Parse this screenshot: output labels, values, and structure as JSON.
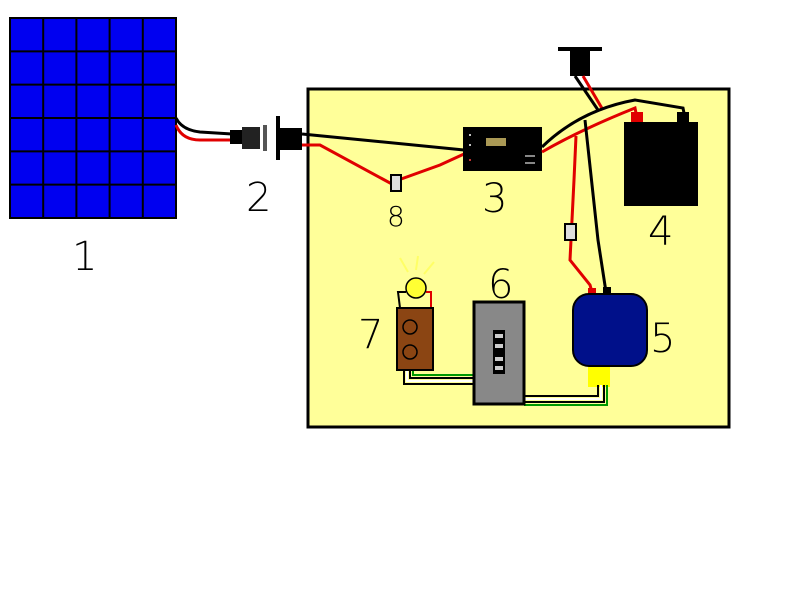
{
  "labels": {
    "solar_panel": "1",
    "connector": "2",
    "charge_controller": "3",
    "battery": "4",
    "inverter": "5",
    "breaker_panel": "6",
    "outlet_and_lamp": "7",
    "fuse": "8"
  },
  "colors": {
    "board": "#FFFF99",
    "panel": "#0000F0",
    "wire_positive": "#E00000",
    "wire_negative": "#000000",
    "inverter": "#00108A",
    "breaker": "#888888",
    "outlet": "#8B4513"
  }
}
